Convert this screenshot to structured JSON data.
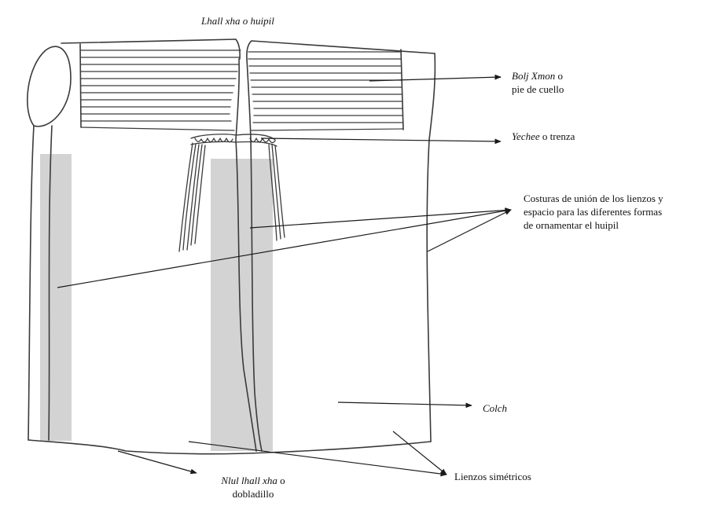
{
  "labels": {
    "top_title": "Lhall xha o huipil",
    "neck_term": "Bolj Xmon",
    "neck_conj": " o",
    "neck_line2": "pie de cuello",
    "braid_term": "Yechee",
    "braid_rest": " o trenza",
    "seams_line1": "Costuras de unión de los lienzos y",
    "seams_line2": "espacio para las diferentes formas",
    "seams_line3": "de ornamentar el huipil",
    "colch": "Colch",
    "hem_term": "Nlul lhall xha",
    "hem_conj": " o",
    "hem_line2": "dobladillo",
    "panels": "Lienzos simétricos"
  },
  "colors": {
    "line": "#3a3a3a",
    "arrow": "#1a1a1a",
    "highlight": "#d3d3d3",
    "text": "#111111",
    "background": "#ffffff"
  }
}
